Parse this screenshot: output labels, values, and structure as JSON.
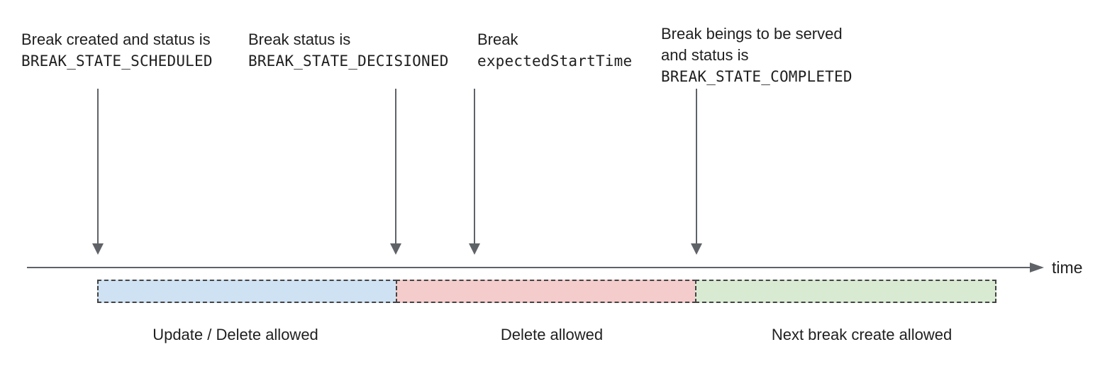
{
  "diagram": {
    "annotations": [
      {
        "line1": "Break created and status is",
        "code": "BREAK_STATE_SCHEDULED"
      },
      {
        "line1": "Break status is",
        "code": "BREAK_STATE_DECISIONED"
      },
      {
        "line1": "Break",
        "code": "expectedStartTime"
      },
      {
        "line1": "Break beings to be served",
        "line2": "and status is",
        "code": "BREAK_STATE_COMPLETED"
      }
    ],
    "axis_label": "time",
    "segments": [
      {
        "label": "Update / Delete allowed",
        "fill": "#cfe2f3"
      },
      {
        "label": "Delete allowed",
        "fill": "#f4cccc"
      },
      {
        "label": "Next break create allowed",
        "fill": "#d9ead3"
      }
    ],
    "colors": {
      "segment_border": "#434343",
      "arrow": "#5f6368",
      "text": "#1f1f1f"
    }
  }
}
